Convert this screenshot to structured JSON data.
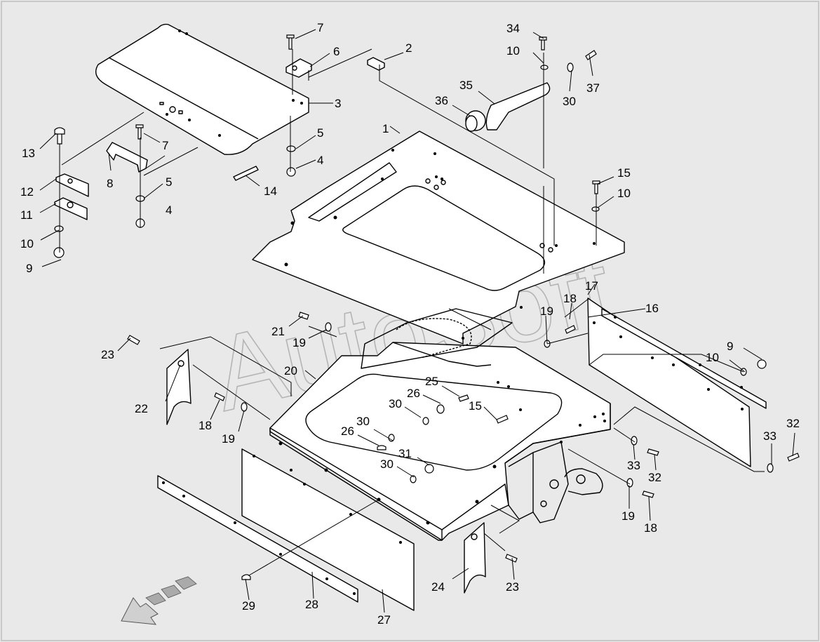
{
  "watermark": "AutoSoft",
  "labels": [
    {
      "id": "1",
      "text": "1"
    },
    {
      "id": "2",
      "text": "2"
    },
    {
      "id": "3",
      "text": "3"
    },
    {
      "id": "4a",
      "text": "4"
    },
    {
      "id": "4b",
      "text": "4"
    },
    {
      "id": "5a",
      "text": "5"
    },
    {
      "id": "5b",
      "text": "5"
    },
    {
      "id": "6",
      "text": "6"
    },
    {
      "id": "7a",
      "text": "7"
    },
    {
      "id": "7b",
      "text": "7"
    },
    {
      "id": "8",
      "text": "8"
    },
    {
      "id": "9a",
      "text": "9"
    },
    {
      "id": "9b",
      "text": "9"
    },
    {
      "id": "10a",
      "text": "10"
    },
    {
      "id": "10b",
      "text": "10"
    },
    {
      "id": "10c",
      "text": "10"
    },
    {
      "id": "10d",
      "text": "10"
    },
    {
      "id": "11",
      "text": "11"
    },
    {
      "id": "12",
      "text": "12"
    },
    {
      "id": "13",
      "text": "13"
    },
    {
      "id": "14",
      "text": "14"
    },
    {
      "id": "15a",
      "text": "15"
    },
    {
      "id": "15b",
      "text": "15"
    },
    {
      "id": "16",
      "text": "16"
    },
    {
      "id": "17",
      "text": "17"
    },
    {
      "id": "18a",
      "text": "18"
    },
    {
      "id": "18b",
      "text": "18"
    },
    {
      "id": "18c",
      "text": "18"
    },
    {
      "id": "19a",
      "text": "19"
    },
    {
      "id": "19b",
      "text": "19"
    },
    {
      "id": "19c",
      "text": "19"
    },
    {
      "id": "19d",
      "text": "19"
    },
    {
      "id": "20",
      "text": "20"
    },
    {
      "id": "21",
      "text": "21"
    },
    {
      "id": "22",
      "text": "22"
    },
    {
      "id": "23a",
      "text": "23"
    },
    {
      "id": "23b",
      "text": "23"
    },
    {
      "id": "24",
      "text": "24"
    },
    {
      "id": "25",
      "text": "25"
    },
    {
      "id": "26a",
      "text": "26"
    },
    {
      "id": "26b",
      "text": "26"
    },
    {
      "id": "27",
      "text": "27"
    },
    {
      "id": "28",
      "text": "28"
    },
    {
      "id": "29",
      "text": "29"
    },
    {
      "id": "30a",
      "text": "30"
    },
    {
      "id": "30b",
      "text": "30"
    },
    {
      "id": "30c",
      "text": "30"
    },
    {
      "id": "30d",
      "text": "30"
    },
    {
      "id": "31",
      "text": "31"
    },
    {
      "id": "32a",
      "text": "32"
    },
    {
      "id": "32b",
      "text": "32"
    },
    {
      "id": "33a",
      "text": "33"
    },
    {
      "id": "33b",
      "text": "33"
    },
    {
      "id": "34",
      "text": "34"
    },
    {
      "id": "35",
      "text": "35"
    },
    {
      "id": "36",
      "text": "36"
    },
    {
      "id": "37",
      "text": "37"
    }
  ]
}
